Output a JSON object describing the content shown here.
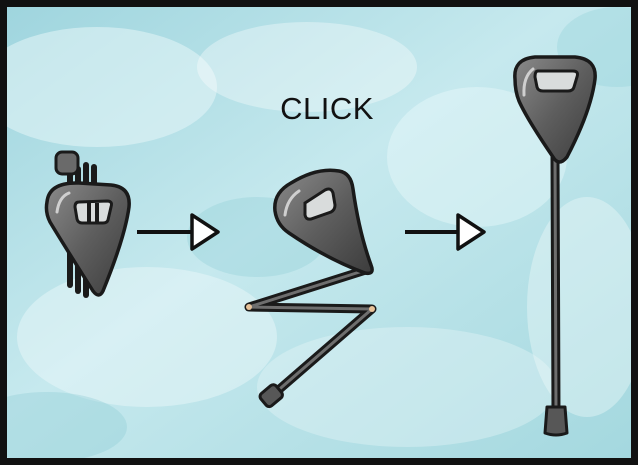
{
  "caption": "CLICK",
  "colors": {
    "background": "#a9dbe2",
    "background_light": "#e9f7f8",
    "border": "#111111",
    "cane_body": "#5c5c5c",
    "cane_outline": "#1a1a1a",
    "arrow": "#ffffff"
  },
  "panels": [
    {
      "name": "folded-cane",
      "state": "folded"
    },
    {
      "name": "unfolding-cane",
      "state": "unfolding"
    },
    {
      "name": "extended-cane",
      "state": "extended"
    }
  ],
  "arrows": [
    "right-arrow",
    "right-arrow"
  ]
}
